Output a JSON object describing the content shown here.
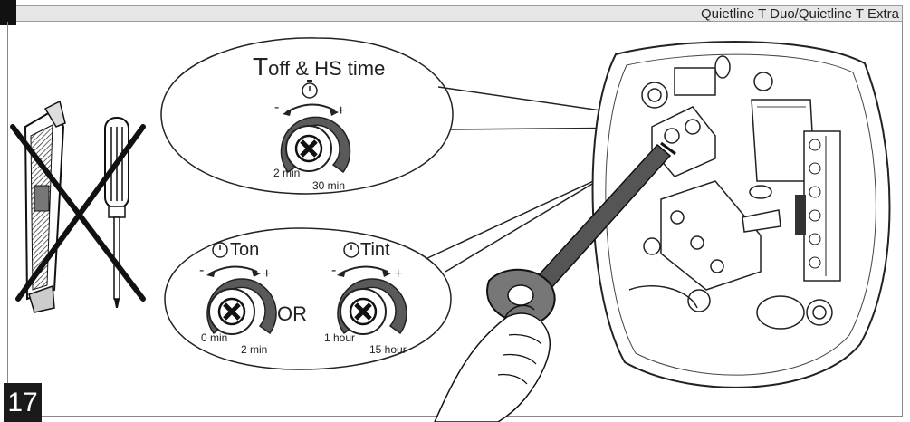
{
  "header": {
    "title": "Quietline T Duo/Quietline T Extra"
  },
  "top_dial": {
    "title_prefix": "T",
    "title_suffix": "off & HS time",
    "minus": "-",
    "plus": "+",
    "min_label": "2 min",
    "max_label": "30 min"
  },
  "bottom_dials": {
    "left": {
      "title_prefix": "T",
      "title_suffix": "on",
      "minus": "-",
      "plus": "+",
      "min_label": "0 min",
      "max_label": "2 min"
    },
    "or_label": "OR",
    "right": {
      "title_prefix": "T",
      "title_suffix": "int",
      "minus": "-",
      "plus": "+",
      "min_label": "1 hour",
      "max_label": "15 hour"
    }
  },
  "step": {
    "number": "17"
  }
}
